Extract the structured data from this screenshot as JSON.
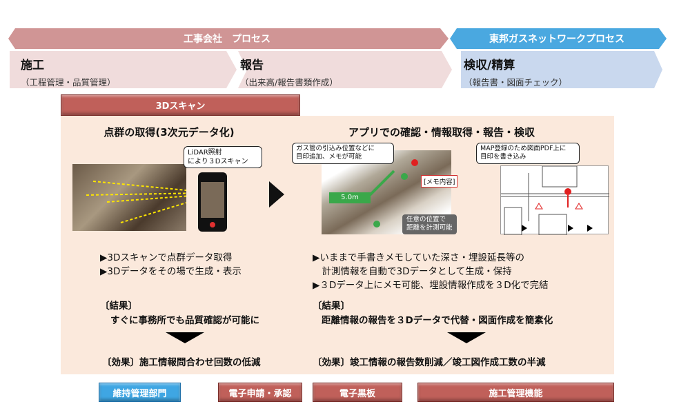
{
  "header": {
    "company_process": "工事会社　プロセス",
    "toho_process": "東邦ガスネットワークプロセス"
  },
  "stages": [
    {
      "title": "施工",
      "sub": "（工程管理・品質管理）"
    },
    {
      "title": "報告",
      "sub": "（出来高/報告書類作成）"
    },
    {
      "title": "検収/精算",
      "sub": "（報告書・図面チェック）"
    }
  ],
  "scan_button": "3Dスキャン",
  "left": {
    "title": "点群の取得(3次元データ化)",
    "callout": [
      "LiDAR照射",
      "により３Dスキャン"
    ],
    "bullets": [
      "▶3Dスキャンで点群データ取得",
      "▶3Dデータをその場で生成・表示"
    ],
    "result_label": "〔結果〕",
    "result": "すぐに事務所でも品質確認が可能に",
    "effect": "〔効果〕施工情報問合わせ回数の低減"
  },
  "right": {
    "title": "アプリでの確認・情報取得・報告・検収",
    "callout1": [
      "ガス管の引込み位置などに",
      "目印追加、メモが可能"
    ],
    "memo": "[メモ内容]",
    "distance": "5.0m",
    "measure": [
      "任意の位置で",
      "距離を計測可能"
    ],
    "callout2": [
      "MAP登録のため図面PDF上に",
      "目印を書き込み"
    ],
    "bullets": [
      "▶いままで手書きメモしていた深さ・埋設延長等の",
      "　計測情報を自動で3Dデータとして生成・保持",
      "▶３Dデータ上にメモ可能、埋設情報作成を３D化で完結"
    ],
    "result_label": "〔結果〕",
    "result": "距離情報の報告を３Dデータで代替・図面作成を簡素化",
    "effect": "〔効果〕竣工情報の報告数削減／竣工図作成工数の半減"
  },
  "bottom": [
    "維持管理部門",
    "電子申請・承認",
    "電子黒板",
    "施工管理機能"
  ],
  "colors": {
    "pink": "#d09595",
    "blue": "#4aa8e0",
    "panel": "#fbe9dc",
    "red": "#c0605a"
  }
}
